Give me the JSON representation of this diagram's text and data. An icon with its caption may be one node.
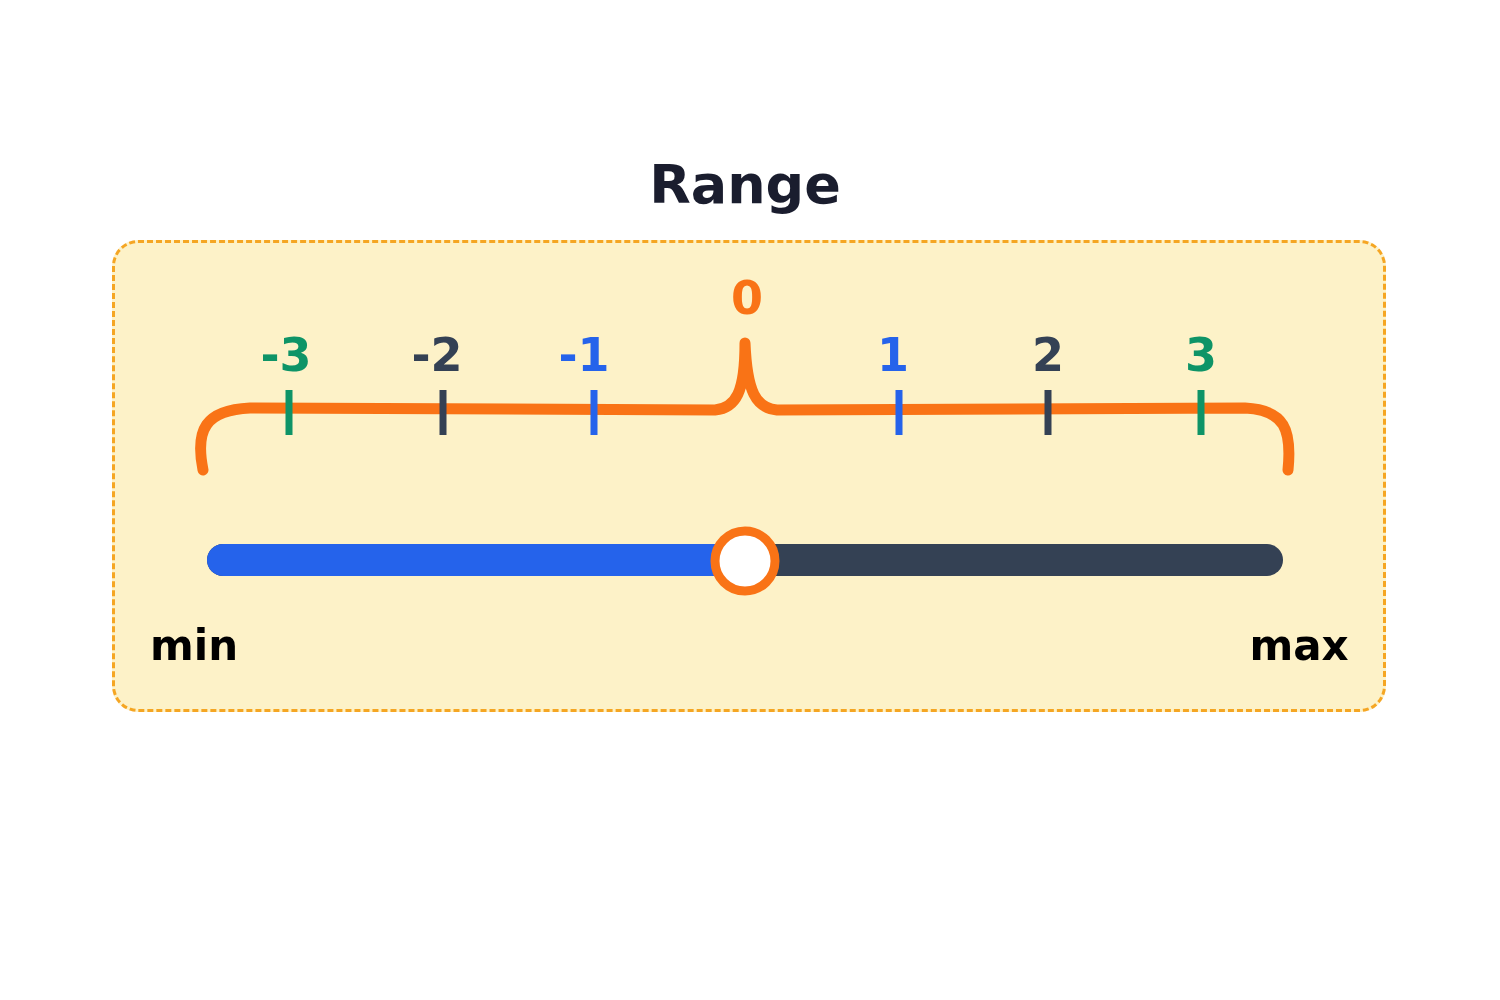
{
  "diagram": {
    "title": "Range",
    "labels": [
      "0",
      "-3",
      "-2",
      "-1",
      "1",
      "2",
      "3",
      "min",
      "max"
    ]
  }
}
